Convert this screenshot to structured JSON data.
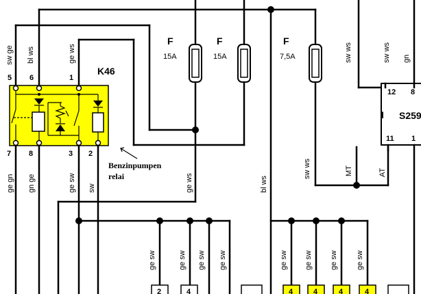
{
  "relay": {
    "code": "K46",
    "description_line1": "Benzinpumpen",
    "description_line2": "relai",
    "pins": {
      "p5": "5",
      "p6": "6",
      "p1": "1",
      "p7": "7",
      "p8": "8",
      "p3": "3",
      "p2": "2"
    },
    "color": "#ffff00"
  },
  "module": {
    "code": "S259",
    "label_prefix": "I",
    "pins": {
      "p12": "12",
      "p8": "8",
      "p11": "11",
      "p1": "1"
    }
  },
  "fuses": [
    {
      "letter": "F",
      "rating": "15A"
    },
    {
      "letter": "F",
      "rating": "15A"
    },
    {
      "letter": "F",
      "rating": "7,5A"
    }
  ],
  "wires": {
    "sw_ge": "sw ge",
    "bl_ws": "bl ws",
    "ge_ws": "ge ws",
    "ge_gn": "ge gn",
    "gn_ge": "gn ge",
    "ge_sw": "ge sw",
    "sw": "sw",
    "ge_ws_lower": "ge ws",
    "bl_ws_lower": "bl ws",
    "sw_ws_top": "sw ws",
    "sw_ws_lower": "sw ws",
    "mt": "MT",
    "at": "AT",
    "sw_ws_right": "sw ws",
    "gn": "gn"
  },
  "bottom_wires": [
    "ge sw",
    "ge sw",
    "ge sw",
    "ge sw",
    "ge sw",
    "ge sw",
    "ge sw",
    "ge sw"
  ],
  "connectors": [
    "2",
    "4",
    "4",
    "4",
    "4",
    "4"
  ],
  "colors": {
    "highlight": "#ffff00",
    "line": "#000000",
    "background": "#ffffff"
  }
}
